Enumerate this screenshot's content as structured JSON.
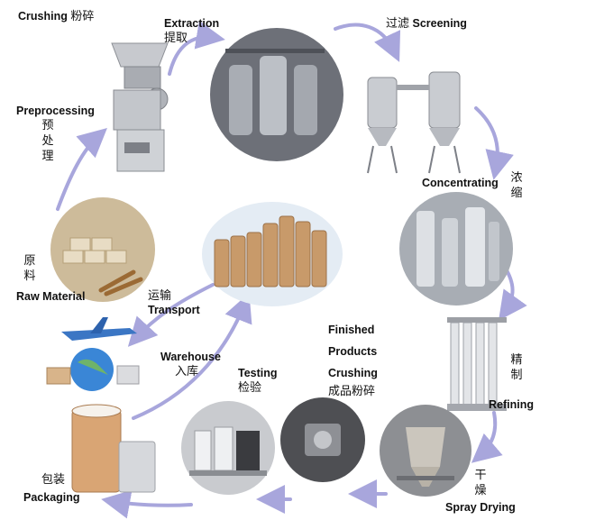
{
  "steps": {
    "crushing": {
      "en": "Crushing",
      "cn": "粉碎"
    },
    "extraction": {
      "en": "Extraction",
      "cn": "提取"
    },
    "screening": {
      "en": "Screening",
      "cn": "过滤"
    },
    "concentrating": {
      "en": "Concentrating",
      "cn": "浓缩"
    },
    "refining": {
      "en": "Refining",
      "cn": "精制"
    },
    "spray_drying": {
      "en": "Spray Drying",
      "cn": "干燥"
    },
    "finished": {
      "line1": "Finished",
      "line2": "Products",
      "line3": "Crushing",
      "cn": "成品粉碎"
    },
    "testing": {
      "en": "Testing",
      "cn": "检验"
    },
    "packaging": {
      "en": "Packaging",
      "cn": "包装"
    },
    "warehouse": {
      "en": "Warehouse",
      "cn": "入库"
    },
    "transport": {
      "en": "Transport",
      "cn": "运输"
    },
    "raw_material": {
      "en": "Raw Material",
      "cn": "原料"
    },
    "preprocessing": {
      "en": "Preprocessing",
      "cn": "预处理"
    }
  },
  "colors": {
    "arrow": "#a8a6dc",
    "steel": "#b9bcc2",
    "carton": "#c89a6a",
    "bg": "#ffffff"
  }
}
